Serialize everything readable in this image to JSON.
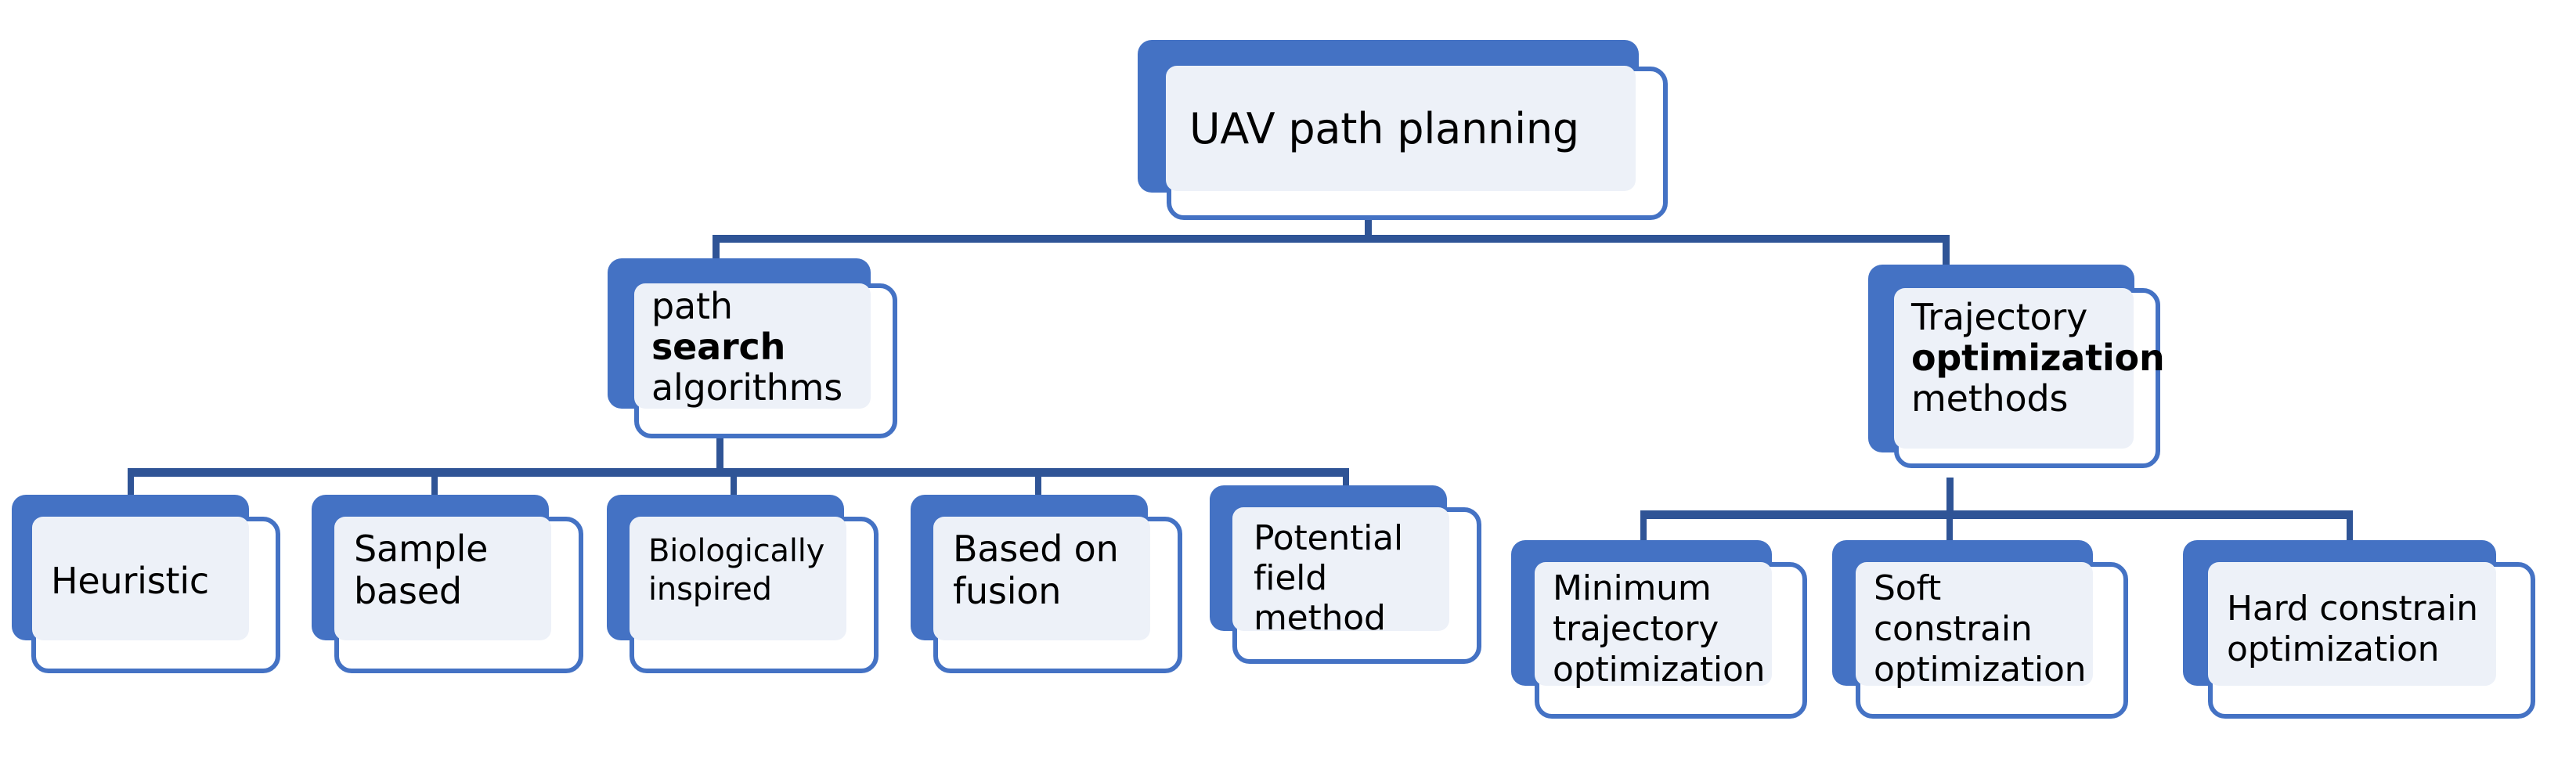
{
  "diagram": {
    "title": "UAV path planning taxonomy",
    "colors": {
      "box_blue": "#4472C4",
      "connector_blue": "#2F5496",
      "panel_fill": "#EDF1F8",
      "card_fill": "#FFFFFF",
      "text": "#000000"
    },
    "root": {
      "label": "UAV path planning"
    },
    "branches": [
      {
        "id": "path-search-algorithms",
        "line1": "path",
        "line2_bold": "search",
        "line3": "algorithms",
        "children": [
          {
            "id": "heuristic",
            "label": "Heuristic"
          },
          {
            "id": "sample-based",
            "label": "Sample\nbased"
          },
          {
            "id": "biologically-inspired",
            "label": "Biologically\ninspired"
          },
          {
            "id": "based-on-fusion",
            "label": "Based on\nfusion"
          },
          {
            "id": "potential-field-method",
            "label": "Potential\nfield\nmethod"
          }
        ]
      },
      {
        "id": "trajectory-optimization-methods",
        "line1": "Trajectory",
        "line2_bold": "optimization",
        "line3": "methods",
        "children": [
          {
            "id": "minimum-trajectory-optimization",
            "label": "Minimum\ntrajectory\noptimization"
          },
          {
            "id": "soft-constrain-optimization",
            "label": "Soft\nconstrain\noptimization"
          },
          {
            "id": "hard-constrain-optimization",
            "label": "Hard constrain\noptimization"
          }
        ]
      }
    ]
  }
}
